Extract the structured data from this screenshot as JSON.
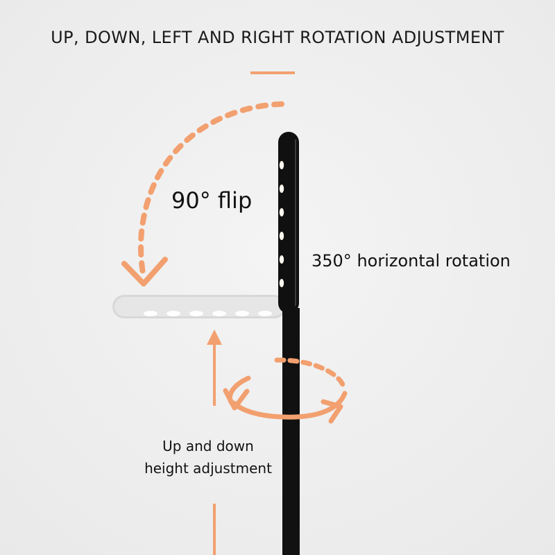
{
  "title": "UP, DOWN, LEFT AND RIGHT ROTATION ADJUSTMENT",
  "labels": {
    "flip": "90° flip",
    "horizontal_rotation": "350° horizontal rotation",
    "height_line_1": "Up and down",
    "height_line_2": "height adjustment"
  },
  "colors": {
    "accent": "#f2a06f",
    "text": "#111111",
    "lamp_dark": "#0e0e0e",
    "lamp_ghost": "#d7d7d7"
  }
}
